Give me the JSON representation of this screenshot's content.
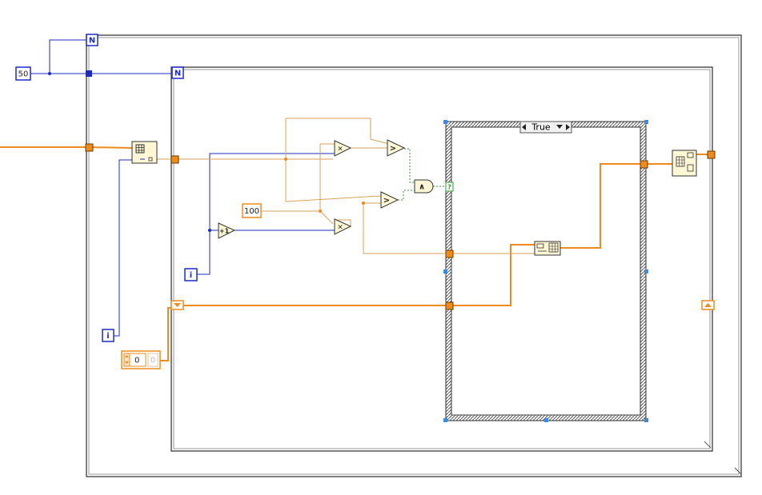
{
  "diagram": {
    "outer_loop": {
      "count_terminal": "N",
      "iteration_terminal": "i"
    },
    "inner_loop": {
      "count_terminal": "N",
      "iteration_terminal": "i"
    },
    "constants": {
      "loop_count": "50",
      "threshold": "100"
    },
    "shift_register_init": {
      "control_value": "0",
      "indicator_value": "0"
    },
    "case_structure": {
      "selector_label": "True",
      "selector_terminal": "?"
    },
    "nodes": {
      "increment": "+1",
      "multiply_top": "×",
      "multiply_bottom": "×",
      "greater_top": ">",
      "greater_bottom": ">",
      "and_gate": "∧"
    },
    "colors": {
      "integer_wire": "#1c2bc7",
      "array_wire": "#ee8b1d",
      "boolean_wire": "#2e9a2e",
      "frame_gray": "#6f6f6f",
      "node_fill": "#fff7d6"
    }
  }
}
